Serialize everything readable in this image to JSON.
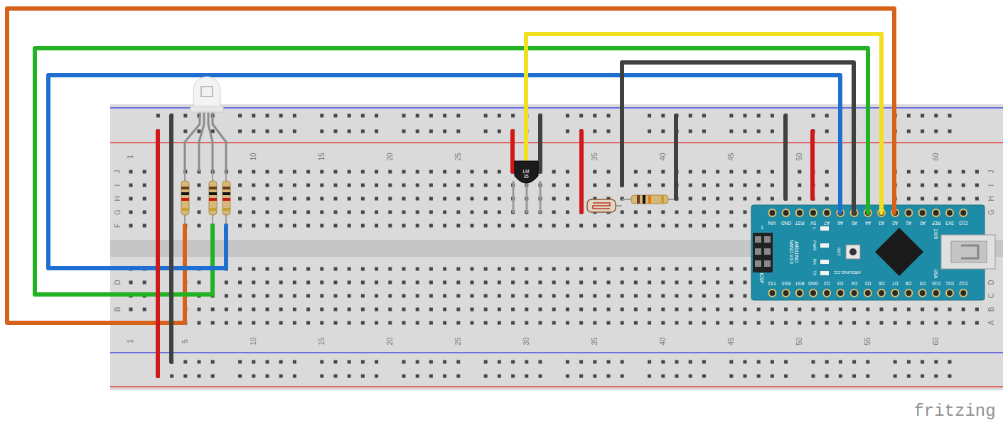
{
  "diagram": {
    "labels": [
      "1",
      "10",
      "15",
      "20",
      "25",
      "35",
      "40",
      "45",
      "50",
      "60",
      "1",
      "5",
      "10",
      "15",
      "20",
      "25",
      "30",
      "35",
      "40",
      "45",
      "50",
      "55",
      "60",
      "J",
      "I",
      "H",
      "G",
      "F",
      "D",
      "B",
      "J",
      "I",
      "H",
      "G",
      "D",
      "C",
      "B",
      "A",
      "LM 35",
      "VIN",
      "GND",
      "RST",
      "5V",
      "A7",
      "A6",
      "A5",
      "A4",
      "A3",
      "A2",
      "A1",
      "A0",
      "REF",
      "3V3",
      "D13",
      "TX1",
      "RX0",
      "RST",
      "GND",
      "D2",
      "D3",
      "D4",
      "D5",
      "D6",
      "D7",
      "D8",
      "D9",
      "D10",
      "D11",
      "D12",
      "ARDUINO NANO V3.0",
      "ARDUINO.CC",
      "RST",
      "L",
      "PWR",
      "RX",
      "TX",
      "ICSP",
      "1",
      "2009",
      "USA",
      "fritzing"
    ]
  }
}
